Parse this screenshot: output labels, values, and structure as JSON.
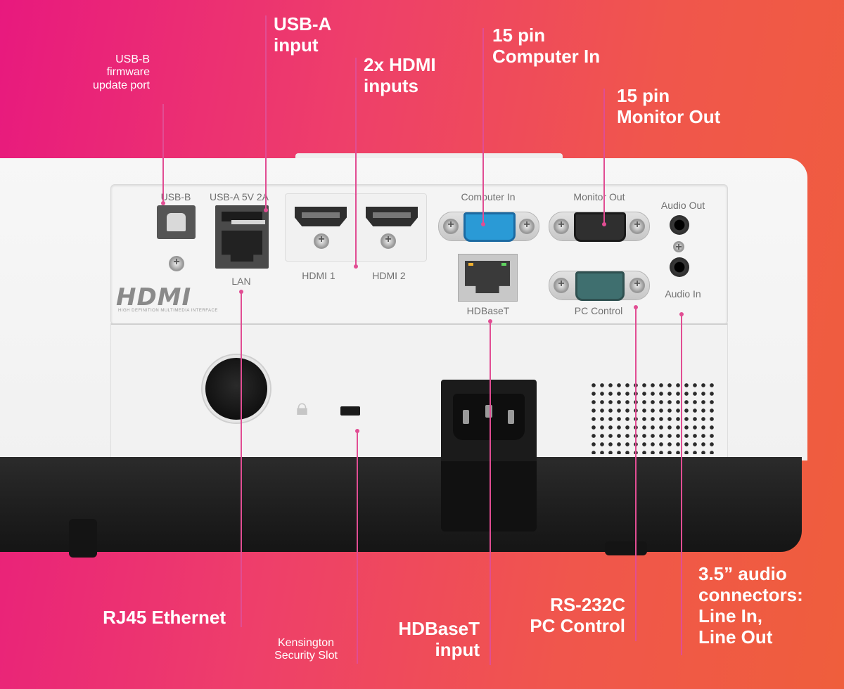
{
  "port_labels": {
    "usb_b": "USB-B",
    "usb_a": "USB-A 5V 2A",
    "lan": "LAN",
    "hdmi1": "HDMI 1",
    "hdmi2": "HDMI 2",
    "computer_in": "Computer In",
    "monitor_out": "Monitor Out",
    "audio_out": "Audio Out",
    "audio_in": "Audio In",
    "hdbaset": "HDBaseT",
    "pc_control": "PC Control"
  },
  "logo": {
    "text": "HDMI",
    "subtext": "HIGH DEFINITION MULTIMEDIA INTERFACE"
  },
  "callouts": {
    "usb_b": {
      "lines": [
        "USB-B",
        "firmware",
        "update port"
      ]
    },
    "usb_a": {
      "lines": [
        "USB-A",
        "input"
      ]
    },
    "hdmi": {
      "lines": [
        "2x HDMI",
        "inputs"
      ]
    },
    "computer_in": {
      "lines": [
        "15 pin",
        "Computer In"
      ]
    },
    "monitor_out": {
      "lines": [
        "15 pin",
        "Monitor Out"
      ]
    },
    "rj45": {
      "lines": [
        "RJ45 Ethernet"
      ]
    },
    "kensington": {
      "lines": [
        "Kensington",
        "Security Slot"
      ]
    },
    "hdbaset": {
      "lines": [
        "HDBaseT",
        "input"
      ]
    },
    "rs232": {
      "lines": [
        "RS-232C",
        "PC Control"
      ]
    },
    "audio": {
      "lines": [
        "3.5” audio",
        "connectors:",
        "Line In,",
        "Line Out"
      ]
    }
  },
  "colors": {
    "background_gradient": [
      "#e8197e",
      "#ef5e3c"
    ],
    "leader_line": "#e14d93",
    "callout_text": "#ffffff",
    "vga_port": "#2a9ad6",
    "led_green": "#5fd35f",
    "led_amber": "#f0b030"
  }
}
